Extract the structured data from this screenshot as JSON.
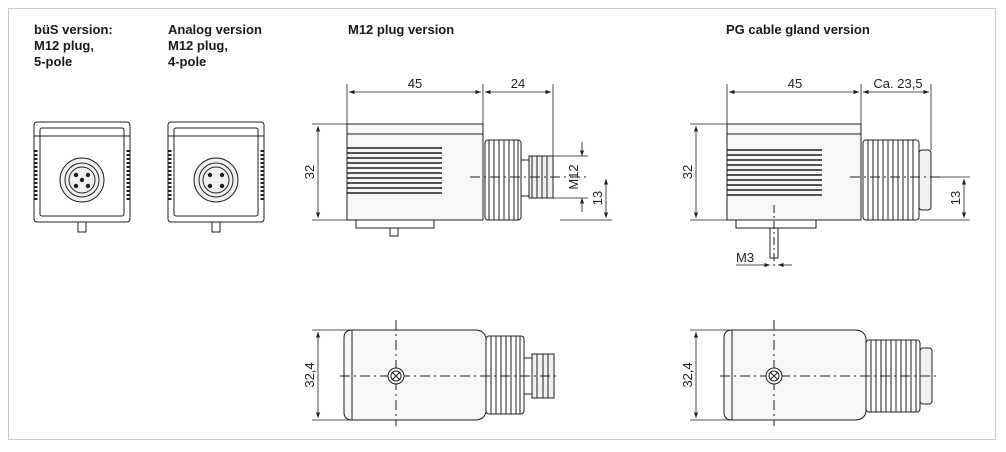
{
  "headings": {
    "bus": [
      "büS version:",
      "M12 plug,",
      "5-pole"
    ],
    "analog": [
      "Analog version",
      "M12 plug,",
      "4-pole"
    ],
    "m12": [
      "M12 plug version"
    ],
    "pg": [
      "PG cable gland version"
    ]
  },
  "dimensions": {
    "m12_body_width": "45",
    "m12_plug_length": "24",
    "m12_height": "32",
    "m12_thread": "M12",
    "m12_axis_height": "13",
    "pg_body_width": "45",
    "pg_gland_length": "Ca. 23,5",
    "pg_height": "32",
    "pg_axis_height": "13",
    "pg_screw": "M3",
    "m12_bottom_width": "32,4",
    "pg_bottom_width": "32,4"
  },
  "colors": {
    "line": "#1f1f1f",
    "frame": "#c9cdd1",
    "fill": "#ececec"
  }
}
